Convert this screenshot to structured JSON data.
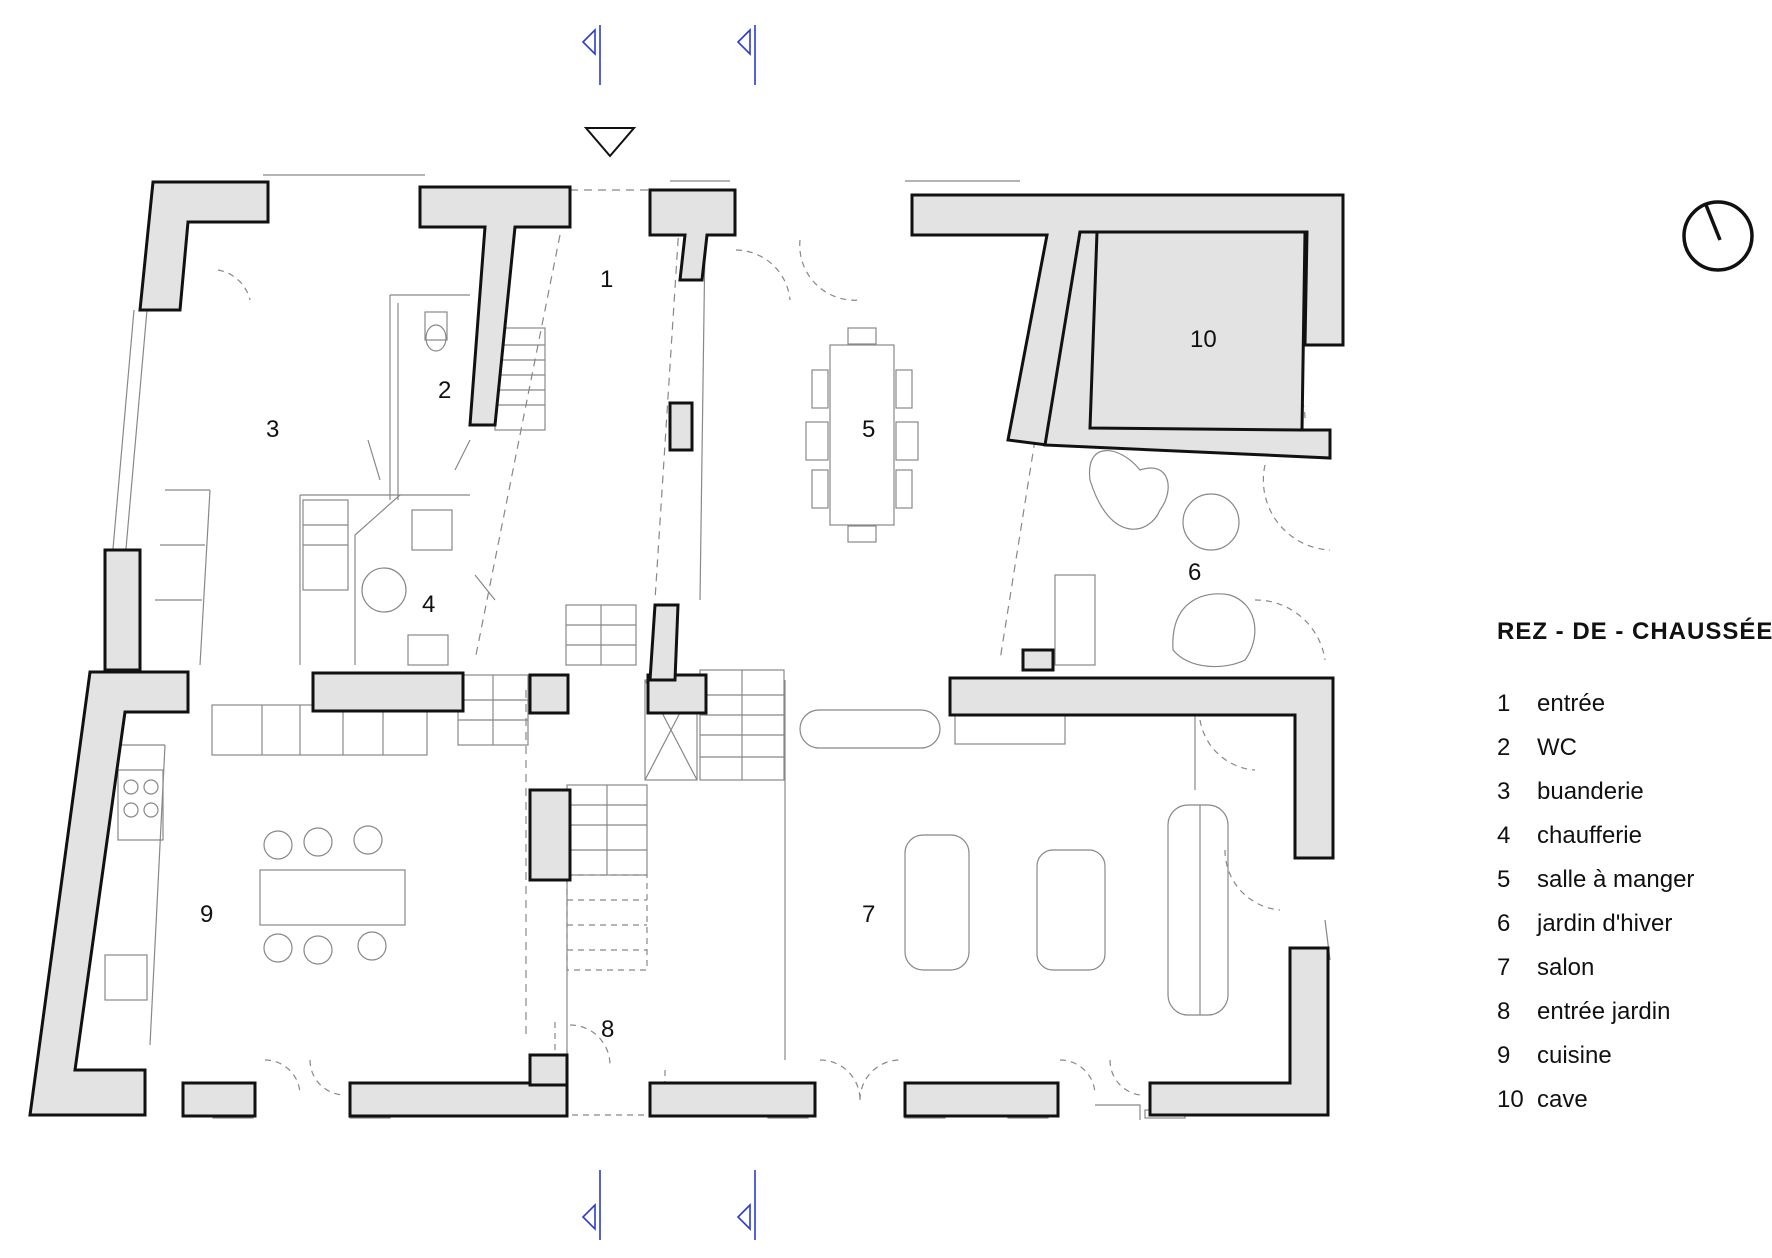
{
  "title": "REZ - DE - CHAUSSÉE",
  "legend": [
    {
      "num": "1",
      "label": "entrée"
    },
    {
      "num": "2",
      "label": "WC"
    },
    {
      "num": "3",
      "label": "buanderie"
    },
    {
      "num": "4",
      "label": "chaufferie"
    },
    {
      "num": "5",
      "label": "salle à manger"
    },
    {
      "num": "6",
      "label": "jardin d'hiver"
    },
    {
      "num": "7",
      "label": "salon"
    },
    {
      "num": "8",
      "label": "entrée jardin"
    },
    {
      "num": "9",
      "label": "cuisine"
    },
    {
      "num": "10",
      "label": "cave"
    }
  ],
  "rooms": {
    "r1": "1",
    "r2": "2",
    "r3": "3",
    "r4": "4",
    "r5": "5",
    "r6": "6",
    "r7": "7",
    "r8": "8",
    "r9": "9",
    "r10": "10"
  },
  "colors": {
    "wall_fill": "#e3e3e3",
    "wall_stroke": "#111111",
    "section_marker": "#2a3bd6",
    "thin_line": "#888888"
  },
  "icons": {
    "north": "north-arrow-icon",
    "entrance": "entrance-triangle-icon",
    "section": "section-marker-icon"
  }
}
